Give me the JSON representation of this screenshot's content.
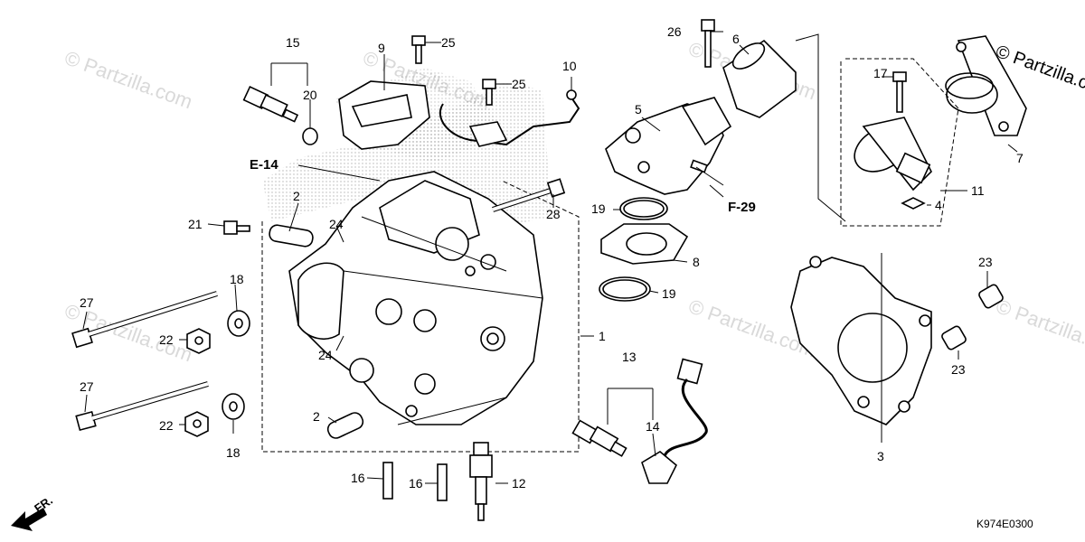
{
  "watermark": "© Partzilla.com",
  "diagram_code": "K974E0300",
  "front_marker": "FR.",
  "refs": {
    "e14": "E-14",
    "f29": "F-29"
  },
  "callouts": {
    "c1": "1",
    "c2a": "2",
    "c2b": "2",
    "c3": "3",
    "c4": "4",
    "c5": "5",
    "c6": "6",
    "c7": "7",
    "c8": "8",
    "c9": "9",
    "c10": "10",
    "c11": "11",
    "c12": "12",
    "c13": "13",
    "c14": "14",
    "c15": "15",
    "c16a": "16",
    "c16b": "16",
    "c17": "17",
    "c18a": "18",
    "c18b": "18",
    "c19a": "19",
    "c19b": "19",
    "c20": "20",
    "c21": "21",
    "c22a": "22",
    "c22b": "22",
    "c23a": "23",
    "c23b": "23",
    "c24a": "24",
    "c24b": "24",
    "c25a": "25",
    "c25b": "25",
    "c26": "26",
    "c27a": "27",
    "c27b": "27",
    "c28": "28"
  }
}
